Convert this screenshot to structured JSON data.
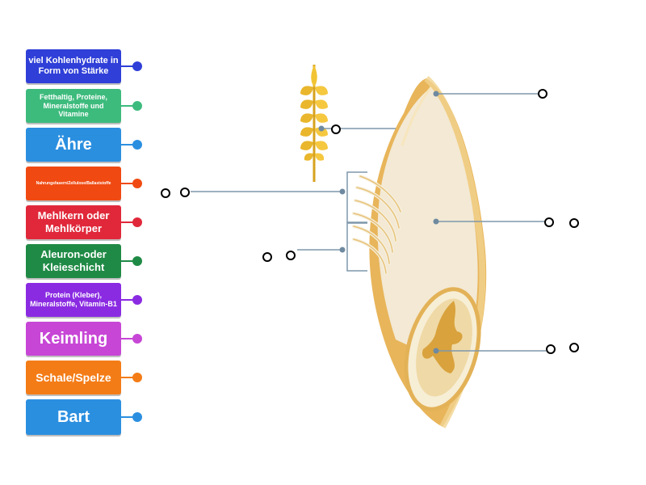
{
  "labels": [
    {
      "text": "viel Kohlenhydrate in Form von Stärke",
      "color": "#2f3fd8"
    },
    {
      "text": "Fetthaltig, Proteine, Mineralstoffe und Vitamine",
      "color": "#3dbb7d"
    },
    {
      "text": "Ähre",
      "color": "#2b8fe0"
    },
    {
      "text": "Nahrungsfasern/Zellulose/Ballaststoffe",
      "color": "#f04a12"
    },
    {
      "text": "Mehlkern oder Mehlkörper",
      "color": "#e0283a"
    },
    {
      "text": "Aleuron-oder Kleieschicht",
      "color": "#1f8a45"
    },
    {
      "text": "Protein (Kleber), Mineralstoffe, Vitamin-B1",
      "color": "#8a2be2"
    },
    {
      "text": "Keimling",
      "color": "#c746d6"
    },
    {
      "text": "Schale/Spelze",
      "color": "#f47c16"
    },
    {
      "text": "Bart",
      "color": "#2b8fe0"
    }
  ],
  "colors": {
    "pointer_line": "#7f97ab",
    "grain_outer": "#e8b55a",
    "grain_inner": "#f3e9d4",
    "germ": "#d9a23c"
  }
}
